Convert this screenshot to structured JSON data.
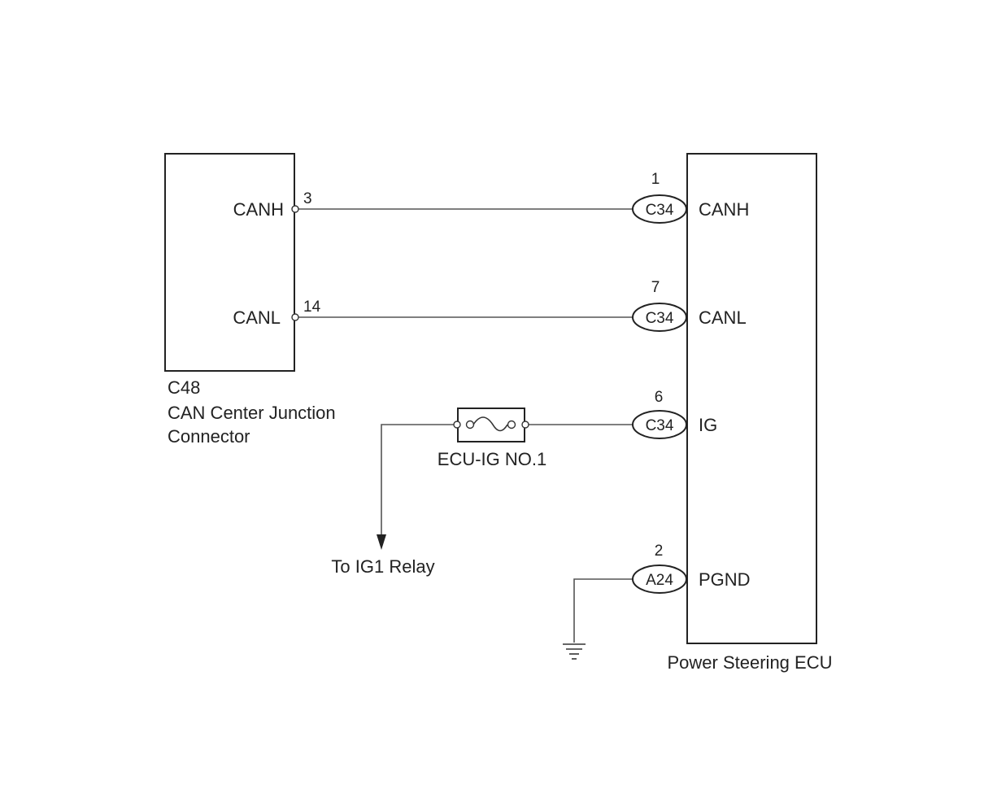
{
  "junction": {
    "id": "C48",
    "name_line1": "CAN Center Junction",
    "name_line2": "Connector",
    "pins": [
      {
        "label": "CANH",
        "number": "3"
      },
      {
        "label": "CANL",
        "number": "14"
      }
    ]
  },
  "ecu": {
    "name": "Power Steering ECU",
    "terminals": [
      {
        "label": "CANH",
        "pin": "1",
        "connector": "C34"
      },
      {
        "label": "CANL",
        "pin": "7",
        "connector": "C34"
      },
      {
        "label": "IG",
        "pin": "6",
        "connector": "C34"
      },
      {
        "label": "PGND",
        "pin": "2",
        "connector": "A24"
      }
    ]
  },
  "fuse": {
    "name": "ECU-IG NO.1"
  },
  "relay": {
    "label": "To IG1 Relay"
  }
}
